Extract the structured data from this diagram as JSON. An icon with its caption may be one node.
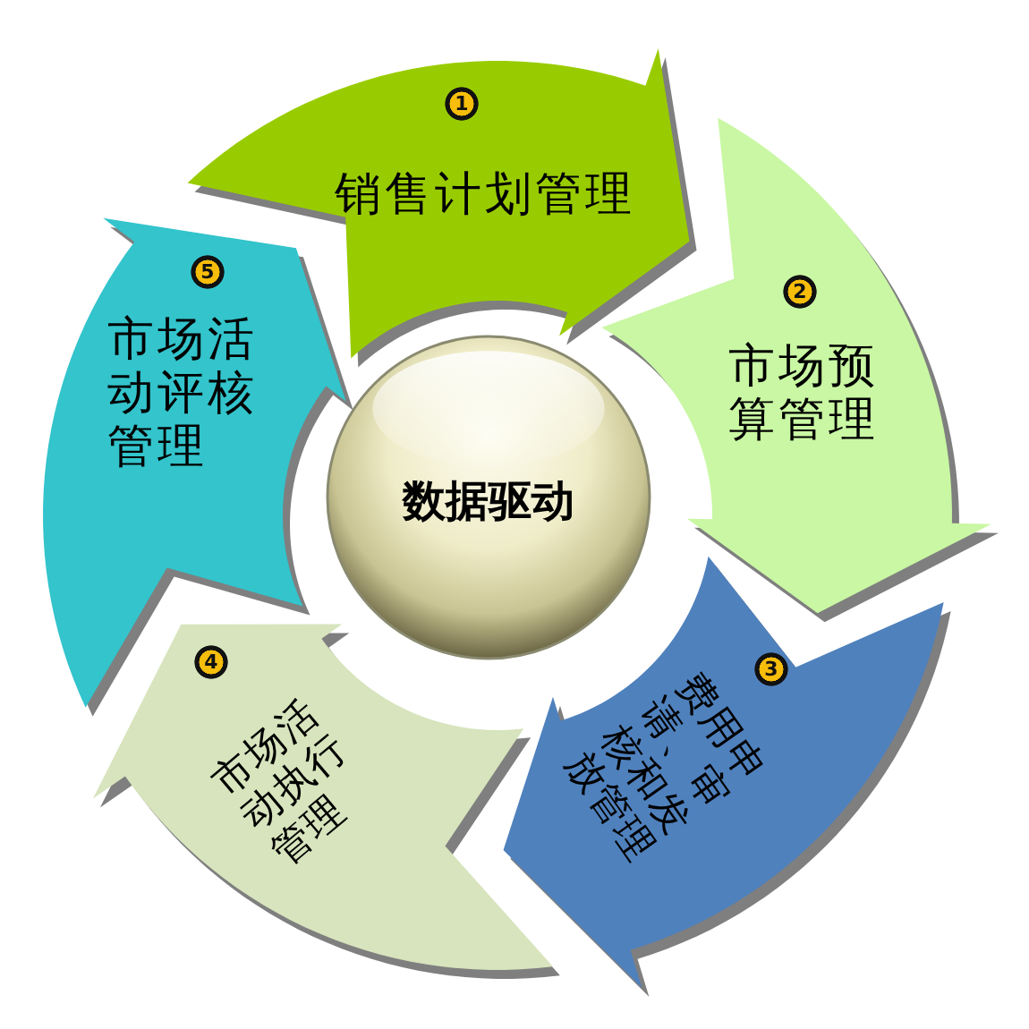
{
  "diagram": {
    "nodes": [
      {
        "text": [
          "1",
          "销售计划管理"
        ]
      },
      {
        "text": [
          "2",
          "市场预算管理"
        ]
      },
      {
        "text": [
          "3",
          "费用申请、审核和发放管理"
        ]
      },
      {
        "text": [
          "4",
          "市场活动执行管理"
        ]
      },
      {
        "text": [
          "5",
          "市场活动评核管理"
        ]
      },
      {
        "text": [
          "数据驱动"
        ]
      }
    ]
  }
}
